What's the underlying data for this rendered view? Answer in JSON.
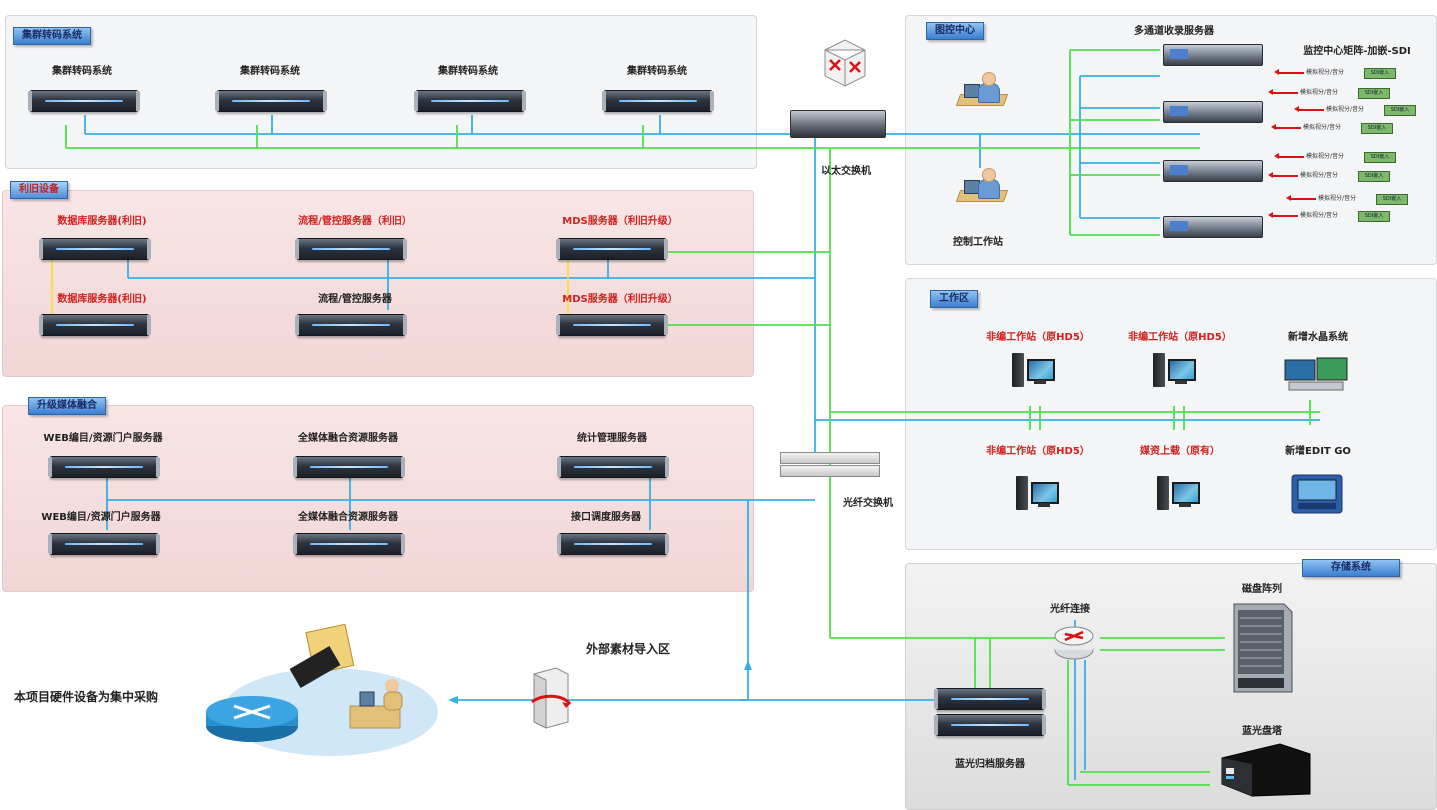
{
  "panels": {
    "cluster": {
      "badge": "集群转码系统",
      "server_label": "集群转码系统"
    },
    "reuse": {
      "badge": "利旧设备",
      "top": [
        "数据库服务器(利旧)",
        "流程/管控服务器（利旧）",
        "MDS服务器（利旧升级）"
      ],
      "bottom": [
        "数据库服务器(利旧)",
        "流程/管控服务器",
        "MDS服务器（利旧升级）"
      ]
    },
    "upgrade": {
      "badge": "升级媒体融合",
      "top": [
        "WEB编目/资源门户服务器",
        "全媒体融合资源服务器",
        "统计管理服务器"
      ],
      "bottom": [
        "WEB编目/资源门户服务器",
        "全媒体融合资源服务器",
        "接口调度服务器"
      ]
    },
    "monitor": {
      "badge": "图控中心",
      "recorder_title": "多通道收录服务器",
      "matrix_title": "监控中心矩阵-加嵌-SDI",
      "workstation": "控制工作站",
      "sdi": [
        {
          "text": "模拟视分/音分",
          "card": "SDI嵌入"
        },
        {
          "text": "模拟视分/音分",
          "card": "SDI嵌入"
        },
        {
          "text": "模拟视分/音分",
          "card": "SDI嵌入"
        },
        {
          "text": "模拟视分/音分",
          "card": "SDI嵌入"
        },
        {
          "text": "模拟视分/音分",
          "card": "SDI嵌入"
        },
        {
          "text": "模拟视分/音分",
          "card": "SDI嵌入"
        },
        {
          "text": "模拟视分/音分",
          "card": "SDI嵌入"
        },
        {
          "text": "模拟视分/音分",
          "card": "SDI嵌入"
        }
      ]
    },
    "work": {
      "badge": "工作区",
      "top": [
        "非编工作站（原HD5）",
        "非编工作站（原HD5）",
        "新增水晶系统"
      ],
      "bottom": [
        "非编工作站（原HD5）",
        "媒资上载（原有）",
        "新增EDIT GO"
      ]
    },
    "storage": {
      "badge": "存储系统",
      "fiber_link": "光纤连接",
      "disk_array": "磁盘阵列",
      "bluray_tower": "蓝光盘塔",
      "archive": "蓝光归档服务器"
    }
  },
  "devices": {
    "ethernet_switch": "以太交换机",
    "fiber_switch": "光纤交换机"
  },
  "external": {
    "import_zone": "外部素材导入区",
    "note": "本项目硬件设备为集中采购"
  }
}
